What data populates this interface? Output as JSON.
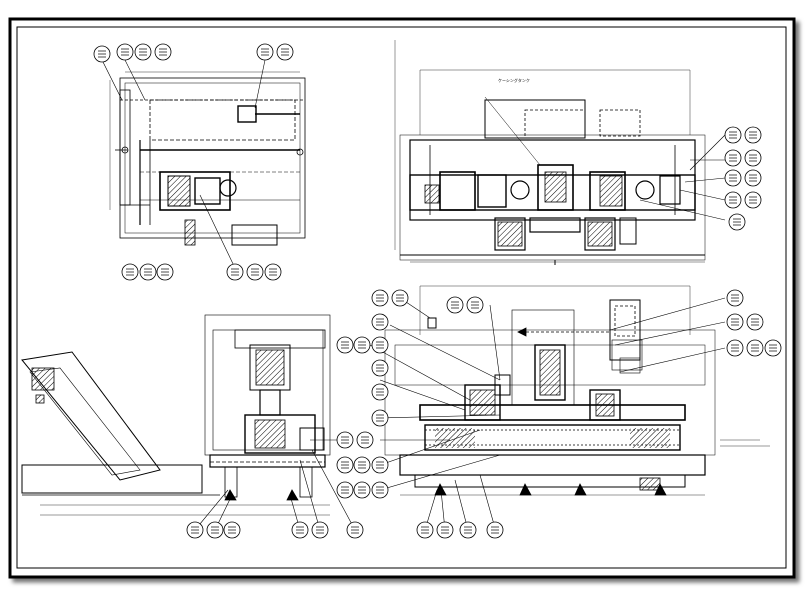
{
  "drawing": {
    "views": [
      {
        "id": "top-left-plan"
      },
      {
        "id": "top-right-elevation",
        "caption": "ケーシングタンク"
      },
      {
        "id": "bottom-left-side"
      },
      {
        "id": "bottom-right-elevation"
      }
    ]
  }
}
